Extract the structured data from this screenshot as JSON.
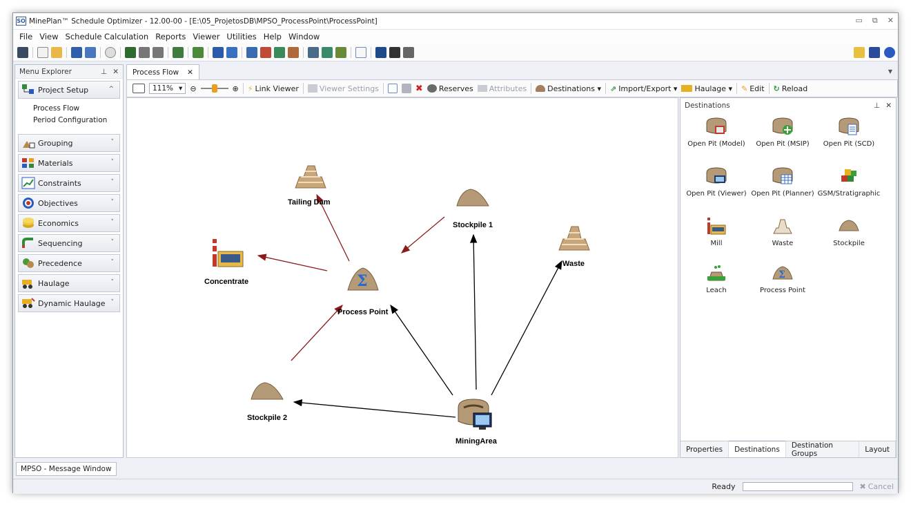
{
  "window": {
    "app_icon_text": "SO",
    "title": "MinePlan™ Schedule Optimizer - 12.00-00 - [E:\\05_ProjetosDB\\MPSO_ProcessPoint\\ProcessPoint]",
    "minimize": "▭",
    "restore": "⧉",
    "close": "✕"
  },
  "menu": [
    "File",
    "View",
    "Schedule Calculation",
    "Reports",
    "Viewer",
    "Utilities",
    "Help",
    "Window"
  ],
  "menu_explorer": {
    "title": "Menu Explorer",
    "pin": "⊥",
    "close": "✕",
    "project_setup": {
      "label": "Project Setup",
      "chev": "^",
      "links": [
        "Process Flow",
        "Period Configuration"
      ]
    },
    "items": [
      {
        "label": "Grouping",
        "chev": "˅"
      },
      {
        "label": "Materials",
        "chev": "˅"
      },
      {
        "label": "Constraints",
        "chev": "˅"
      },
      {
        "label": "Objectives",
        "chev": "˅"
      },
      {
        "label": "Economics",
        "chev": "˅"
      },
      {
        "label": "Sequencing",
        "chev": "˅"
      },
      {
        "label": "Precedence",
        "chev": "˅"
      },
      {
        "label": "Haulage",
        "chev": "˅"
      },
      {
        "label": "Dynamic Haulage",
        "chev": "˅"
      }
    ]
  },
  "doc_tab": {
    "label": "Process Flow",
    "close": "✕",
    "overflow": "▼"
  },
  "pf_toolbar": {
    "zoom": "111%",
    "zoom_drop": "▾",
    "zoom_out": "⊖",
    "zoom_in": "⊕",
    "link_viewer": "Link Viewer",
    "viewer_settings": "Viewer Settings",
    "reserves": "Reserves",
    "attributes": "Attributes",
    "destinations": "Destinations ▾",
    "import_export": "Import/Export ▾",
    "haulage": "Haulage ▾",
    "edit": "Edit",
    "reload": "Reload"
  },
  "nodes": {
    "tailing_dam": "Tailing Dam",
    "stockpile1": "Stockpile 1",
    "waste": "Waste",
    "concentrate": "Concentrate",
    "process_point": "Process Point",
    "stockpile2": "Stockpile 2",
    "mining_area": "MiningArea"
  },
  "destinations_panel": {
    "title": "Destinations",
    "pin": "⊥",
    "close": "✕",
    "items": [
      "Open Pit (Model)",
      "Open Pit (MSIP)",
      "Open Pit (SCD)",
      "Open Pit (Viewer)",
      "Open Pit (Planner)",
      "GSM/Stratigraphic",
      "Mill",
      "Waste",
      "Stockpile",
      "Leach",
      "Process Point"
    ],
    "tabs": [
      "Properties",
      "Destinations",
      "Destination Groups",
      "Layout"
    ]
  },
  "message_window_tab": "MPSO - Message Window",
  "status": {
    "text": "Ready",
    "cancel": "Cancel",
    "progress": 0
  },
  "colors": {
    "arrow_red": "#8b1a1a",
    "arrow_black": "#000000",
    "accent": "#2d5aa0"
  }
}
